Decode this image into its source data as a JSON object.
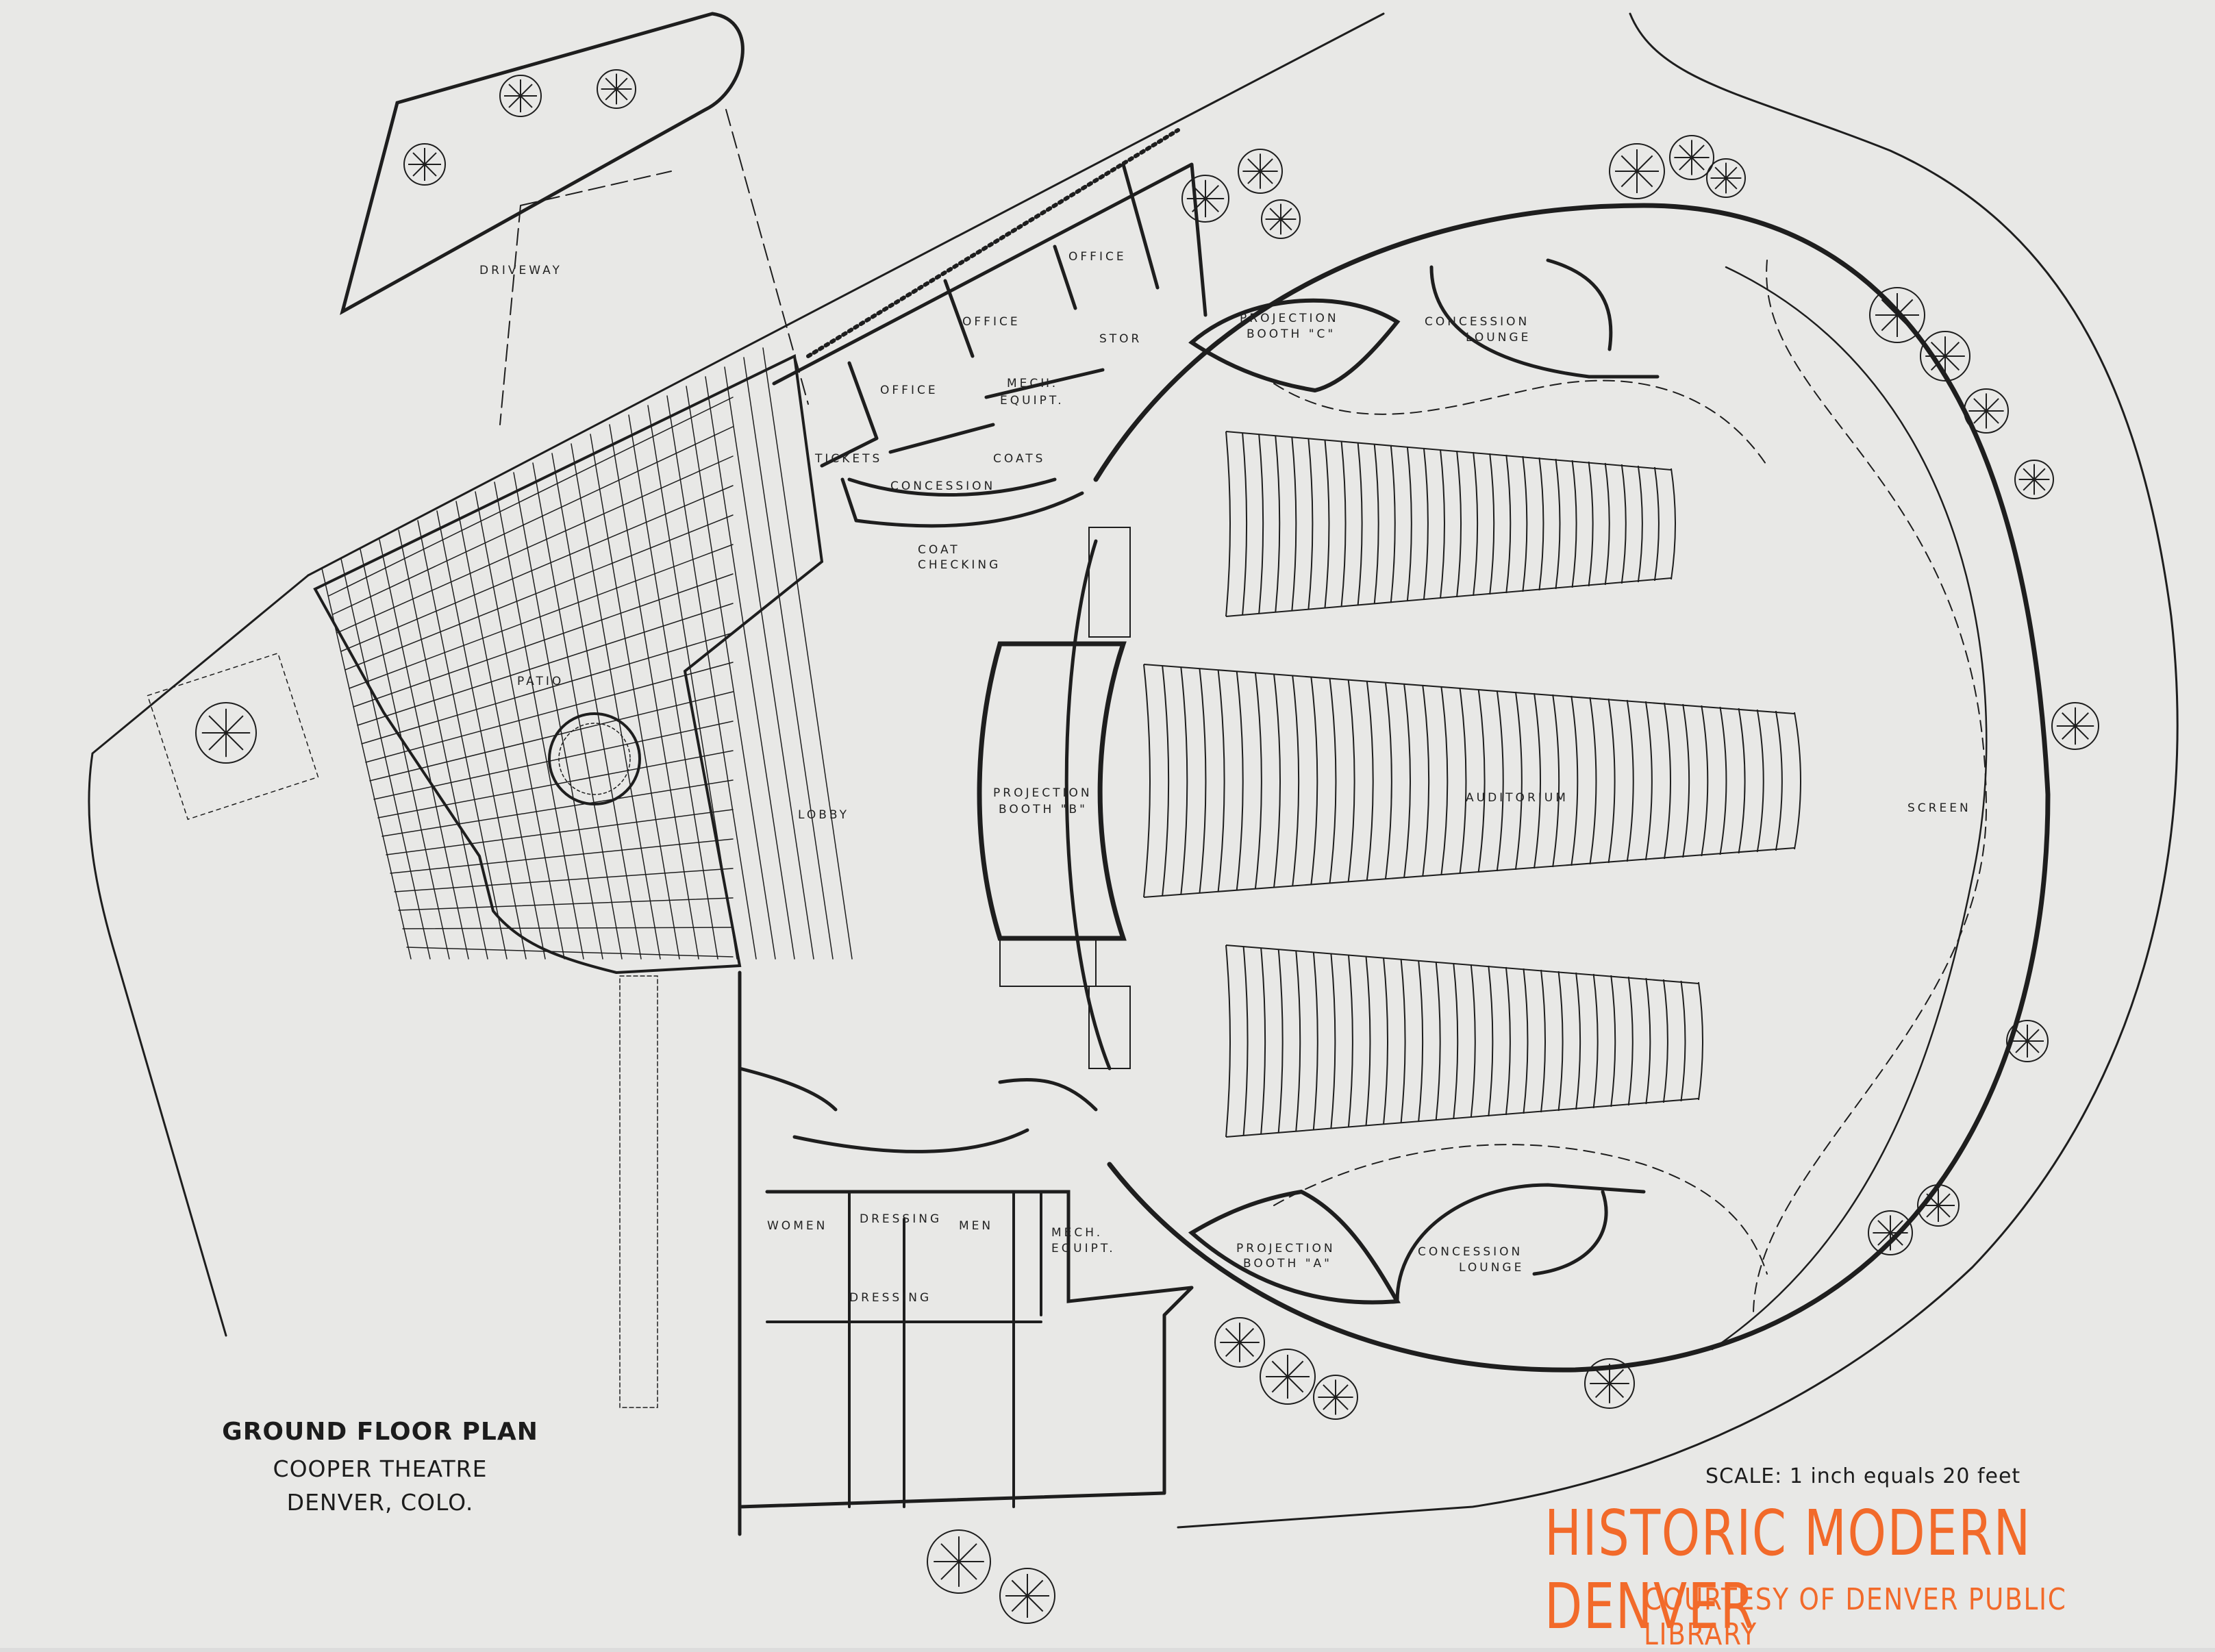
{
  "plan": {
    "title": "GROUND FLOOR PLAN",
    "building": "COOPER THEATRE",
    "location": "DENVER, COLO.",
    "scale": "SCALE: 1 inch equals 20 feet"
  },
  "rooms": {
    "driveway": "DRIVEWAY",
    "patio": "PATIO",
    "lobby": "LOBBY",
    "auditorium": "AUDITORIUM",
    "screen": "SCREEN",
    "office_1": "OFFICE",
    "office_2": "OFFICE",
    "office_3": "OFFICE",
    "stor": "STOR",
    "mech_equipt_1": "MECH.",
    "mech_equipt_2": "EQUIPT.",
    "tickets": "TICKETS",
    "coats": "COATS",
    "concession_main": "CONCESSION",
    "coat_checking_1": "COAT",
    "coat_checking_2": "CHECKING",
    "projection_c_1": "PROJECTION",
    "projection_c_2": "BOOTH \"C\"",
    "concession_lounge_top_1": "CONCESSION",
    "concession_lounge_top_2": "LOUNGE",
    "projection_b_1": "PROJECTION",
    "projection_b_2": "BOOTH \"B\"",
    "projection_a_1": "PROJECTION",
    "projection_a_2": "BOOTH \"A\"",
    "concession_lounge_bottom_1": "CONCESSION",
    "concession_lounge_bottom_2": "LOUNGE",
    "women": "WOMEN",
    "dressing_1": "DRESSING",
    "dressing_2": "DRESSING",
    "men": "MEN",
    "mech_equipt_lower_1": "MECH.",
    "mech_equipt_lower_2": "EQUIPT."
  },
  "watermark": {
    "title": "HISTORIC MODERN DENVER",
    "credit": "COURTESY OF DENVER PUBLIC LIBRARY",
    "color": "#f26a2a"
  },
  "colors": {
    "paper": "#e8e8e6",
    "ink": "#1e1e1e"
  }
}
